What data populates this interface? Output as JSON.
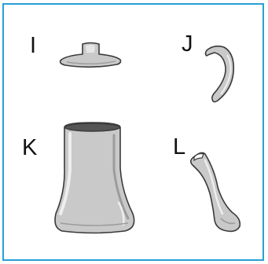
{
  "labels": {
    "lid": "I",
    "handle": "J",
    "body": "K",
    "spout": "L"
  },
  "colors": {
    "border": "#2a9fd6",
    "fill": "#c9c9c9",
    "highlight": "#eeeeee",
    "shadow": "#9c9c9c",
    "outline": "#3a3a3a"
  }
}
